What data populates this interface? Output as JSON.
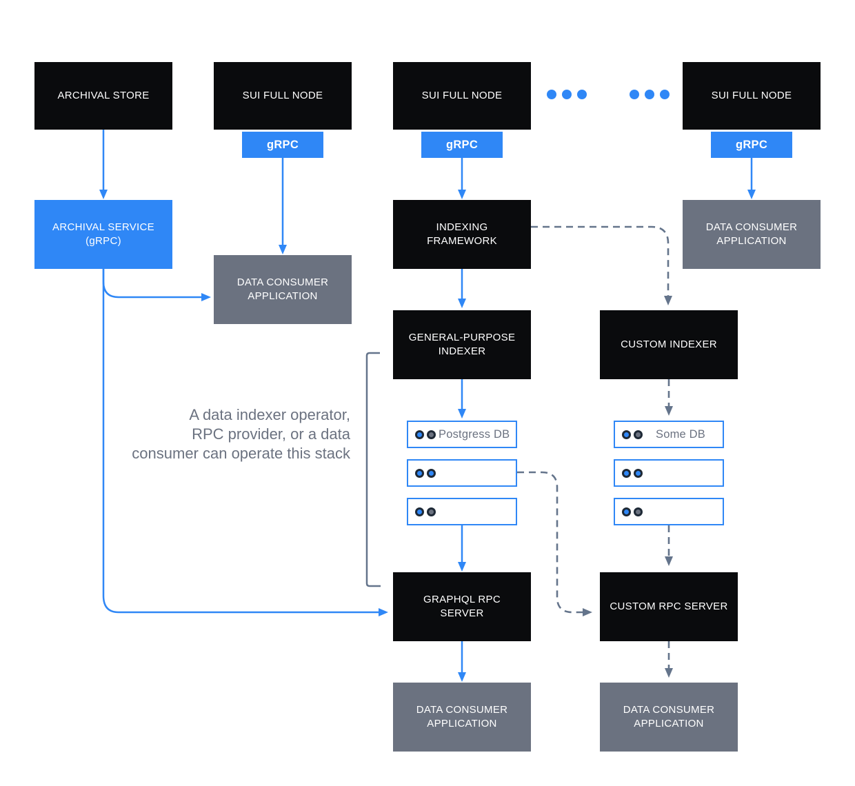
{
  "diagram": {
    "colors": {
      "accent_blue": "#2f87f6",
      "node_black": "#0a0b0d",
      "node_gray": "#6b7280",
      "dashed_slate": "#64748b",
      "dot_ring_navy": "#1e2936",
      "label_white": "#ffffff",
      "muted_text_gray": "#6b7280",
      "background": "#ffffff"
    },
    "nodes": {
      "archival_store": "ARCHIVAL STORE",
      "sui_full_node_left": "SUI FULL NODE",
      "sui_full_node_mid": "SUI FULL NODE",
      "sui_full_node_right": "SUI FULL NODE",
      "grpc_badge_left": "gRPC",
      "grpc_badge_mid": "gRPC",
      "grpc_badge_right": "gRPC",
      "archival_service_line1": "ARCHIVAL SERVICE",
      "archival_service_line2": "(gRPC)",
      "data_consumer_app_left": "DATA CONSUMER APPLICATION",
      "indexing_framework": "INDEXING FRAMEWORK",
      "data_consumer_app_top_right": "DATA CONSUMER APPLICATION",
      "general_purpose_indexer": "GENERAL-PURPOSE INDEXER",
      "custom_indexer": "CUSTOM INDEXER",
      "graphql_rpc_server": "GRAPHQL RPC SERVER",
      "custom_rpc_server": "CUSTOM RPC SERVER",
      "data_consumer_app_bottom_mid": "DATA CONSUMER APPLICATION",
      "data_consumer_app_bottom_right": "DATA CONSUMER APPLICATION"
    },
    "db": {
      "postgres_label": "Postgress DB",
      "some_label": "Some DB"
    },
    "annotation": {
      "line1": "A data indexer operator,",
      "line2": "RPC provider, or a data",
      "line3": "consumer can operate this stack"
    }
  }
}
